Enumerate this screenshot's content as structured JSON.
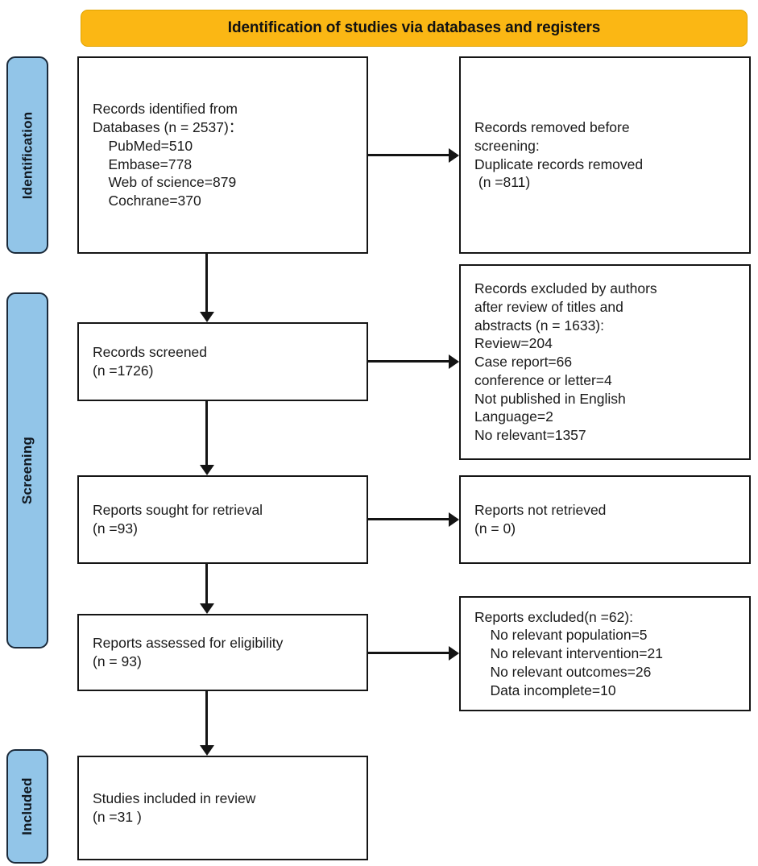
{
  "banner": {
    "title": "Identification of studies via databases and registers"
  },
  "colors": {
    "banner_bg": "#FBB714",
    "stage_bg": "#92C5E8",
    "box_border": "#151515",
    "connector": "#141414"
  },
  "stages": [
    {
      "id": "identification",
      "label": "Identification"
    },
    {
      "id": "screening",
      "label": "Screening"
    },
    {
      "id": "included",
      "label": "Included"
    }
  ],
  "boxes": {
    "identified": "Records identified from\nDatabases (n = 2537)：\n    PubMed=510\n    Embase=778\n    Web of science=879\n    Cochrane=370",
    "removed": "Records removed before\nscreening:\nDuplicate records removed\n (n =811)",
    "screened": "Records screened\n(n =1726)",
    "excluded": "Records excluded by authors\nafter review of titles and\nabstracts (n = 1633):\nReview=204\nCase report=66\nconference or letter=4\nNot published in English\nLanguage=2\nNo relevant=1357",
    "sought": "Reports sought for retrieval\n(n =93)",
    "not_retrieved": "Reports not retrieved\n(n = 0)",
    "assessed": "Reports assessed for eligibility\n(n = 93)",
    "reports_excluded": "Reports excluded(n =62):\n    No relevant population=5\n    No relevant intervention=21\n    No relevant outcomes=26\n    Data incomplete=10",
    "included": "Studies included in review\n(n =31 )"
  },
  "chart_data": {
    "type": "diagram",
    "title": "Identification of studies via databases and registers",
    "stages": [
      "Identification",
      "Screening",
      "Included"
    ],
    "nodes": [
      {
        "id": "identified",
        "stage": "Identification",
        "column": "left",
        "label": "Records identified from Databases",
        "n": 2537,
        "breakdown": [
          {
            "source": "PubMed",
            "count": 510
          },
          {
            "source": "Embase",
            "count": 778
          },
          {
            "source": "Web of science",
            "count": 879
          },
          {
            "source": "Cochrane",
            "count": 370
          }
        ]
      },
      {
        "id": "removed",
        "stage": "Identification",
        "column": "right",
        "label": "Records removed before screening: Duplicate records removed",
        "n": 811
      },
      {
        "id": "screened",
        "stage": "Screening",
        "column": "left",
        "label": "Records screened",
        "n": 1726
      },
      {
        "id": "excluded",
        "stage": "Screening",
        "column": "right",
        "label": "Records excluded by authors after review of titles and abstracts",
        "n": 1633,
        "breakdown": [
          {
            "reason": "Review",
            "count": 204
          },
          {
            "reason": "Case report",
            "count": 66
          },
          {
            "reason": "conference or letter",
            "count": 4
          },
          {
            "reason": "Not published in English Language",
            "count": 2
          },
          {
            "reason": "No relevant",
            "count": 1357
          }
        ]
      },
      {
        "id": "sought",
        "stage": "Screening",
        "column": "left",
        "label": "Reports sought for retrieval",
        "n": 93
      },
      {
        "id": "not_retrieved",
        "stage": "Screening",
        "column": "right",
        "label": "Reports not retrieved",
        "n": 0
      },
      {
        "id": "assessed",
        "stage": "Screening",
        "column": "left",
        "label": "Reports assessed for eligibility",
        "n": 93
      },
      {
        "id": "reports_excluded",
        "stage": "Screening",
        "column": "right",
        "label": "Reports excluded",
        "n": 62,
        "breakdown": [
          {
            "reason": "No relevant population",
            "count": 5
          },
          {
            "reason": "No relevant intervention",
            "count": 21
          },
          {
            "reason": "No relevant outcomes",
            "count": 26
          },
          {
            "reason": "Data incomplete",
            "count": 10
          }
        ]
      },
      {
        "id": "included",
        "stage": "Included",
        "column": "left",
        "label": "Studies included in review",
        "n": 31
      }
    ],
    "edges": [
      {
        "from": "identified",
        "to": "removed",
        "direction": "right"
      },
      {
        "from": "identified",
        "to": "screened",
        "direction": "down"
      },
      {
        "from": "screened",
        "to": "excluded",
        "direction": "right"
      },
      {
        "from": "screened",
        "to": "sought",
        "direction": "down"
      },
      {
        "from": "sought",
        "to": "not_retrieved",
        "direction": "right"
      },
      {
        "from": "sought",
        "to": "assessed",
        "direction": "down"
      },
      {
        "from": "assessed",
        "to": "reports_excluded",
        "direction": "right"
      },
      {
        "from": "assessed",
        "to": "included",
        "direction": "down"
      }
    ]
  }
}
